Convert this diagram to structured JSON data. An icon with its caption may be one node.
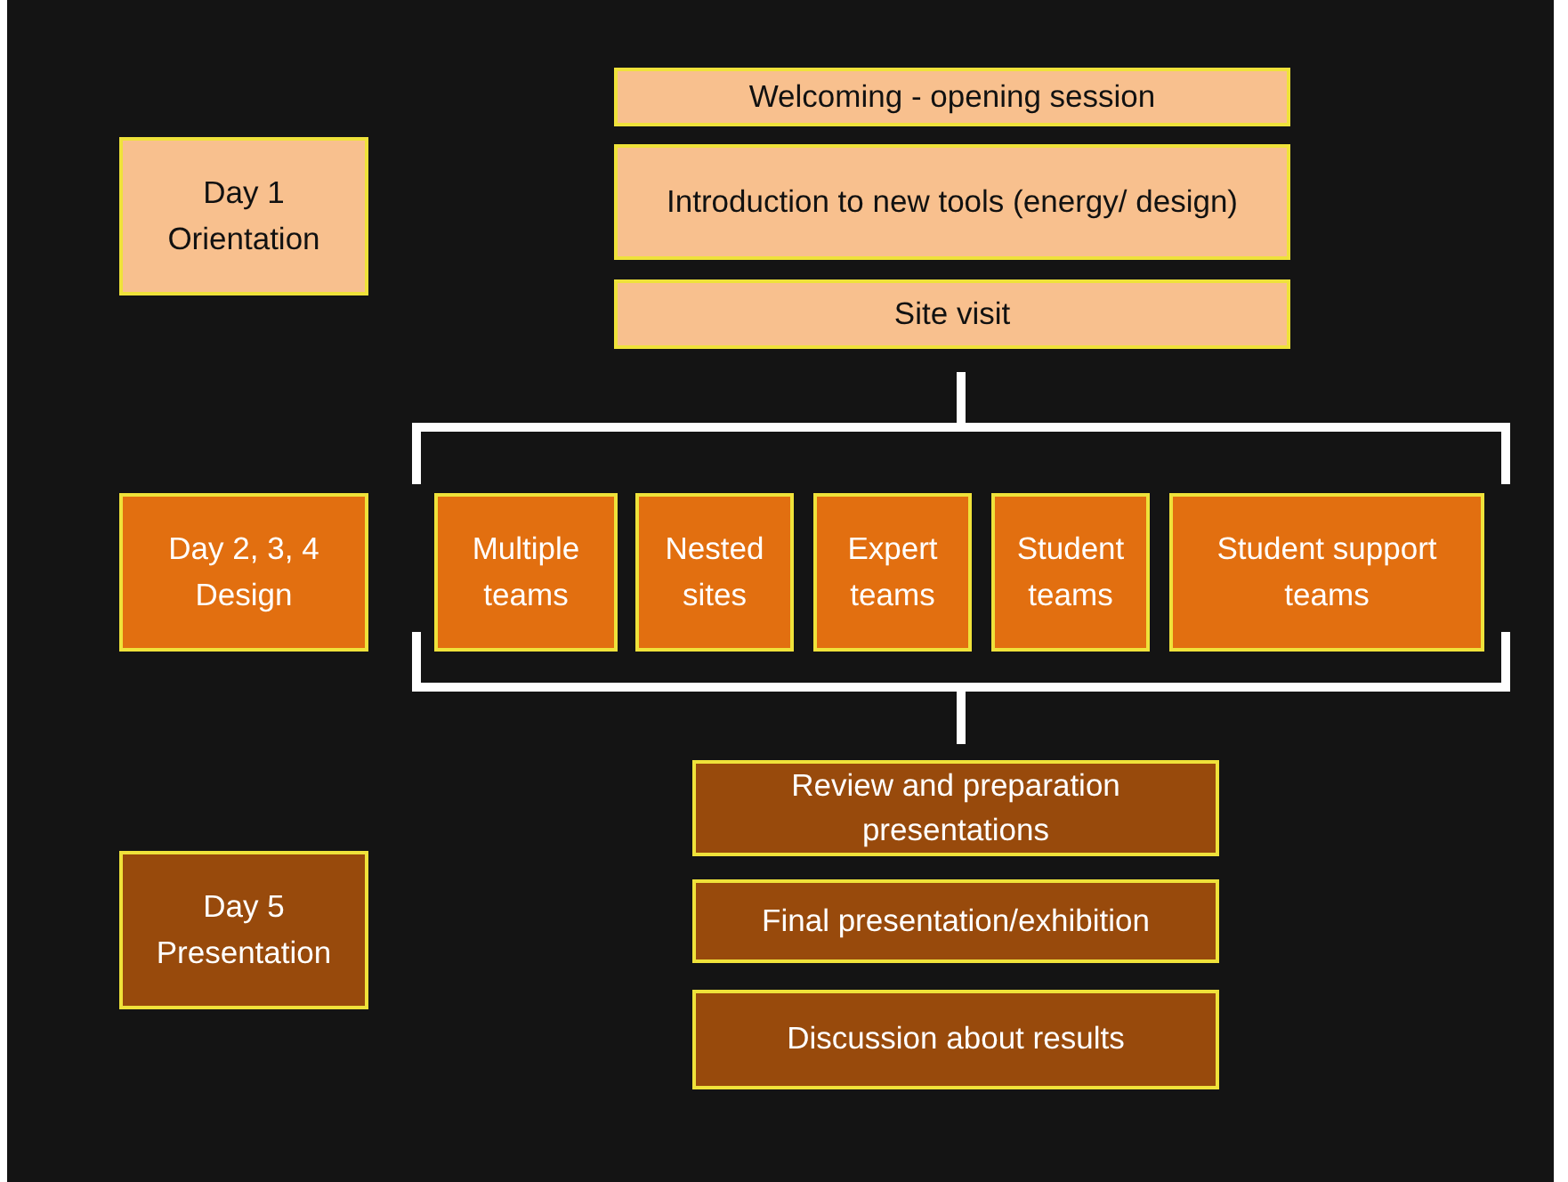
{
  "diagram": {
    "nodes": [
      {
        "text": [
          "Day 1 Orientation"
        ]
      },
      {
        "text": [
          "Welcoming - opening session"
        ]
      },
      {
        "text": [
          "Introduction to new tools (energy/ design)"
        ]
      },
      {
        "text": [
          "Site visit"
        ]
      },
      {
        "text": [
          "Day 2, 3, 4 Design"
        ]
      },
      {
        "text": [
          "Multiple teams"
        ]
      },
      {
        "text": [
          "Nested sites"
        ]
      },
      {
        "text": [
          "Expert teams"
        ]
      },
      {
        "text": [
          "Student teams"
        ]
      },
      {
        "text": [
          "Student support teams"
        ]
      },
      {
        "text": [
          "Day 5 Presentation"
        ]
      },
      {
        "text": [
          "Review and preparation presentations"
        ]
      },
      {
        "text": [
          "Final presentation/exhibition"
        ]
      },
      {
        "text": [
          "Discussion about results"
        ]
      }
    ]
  }
}
